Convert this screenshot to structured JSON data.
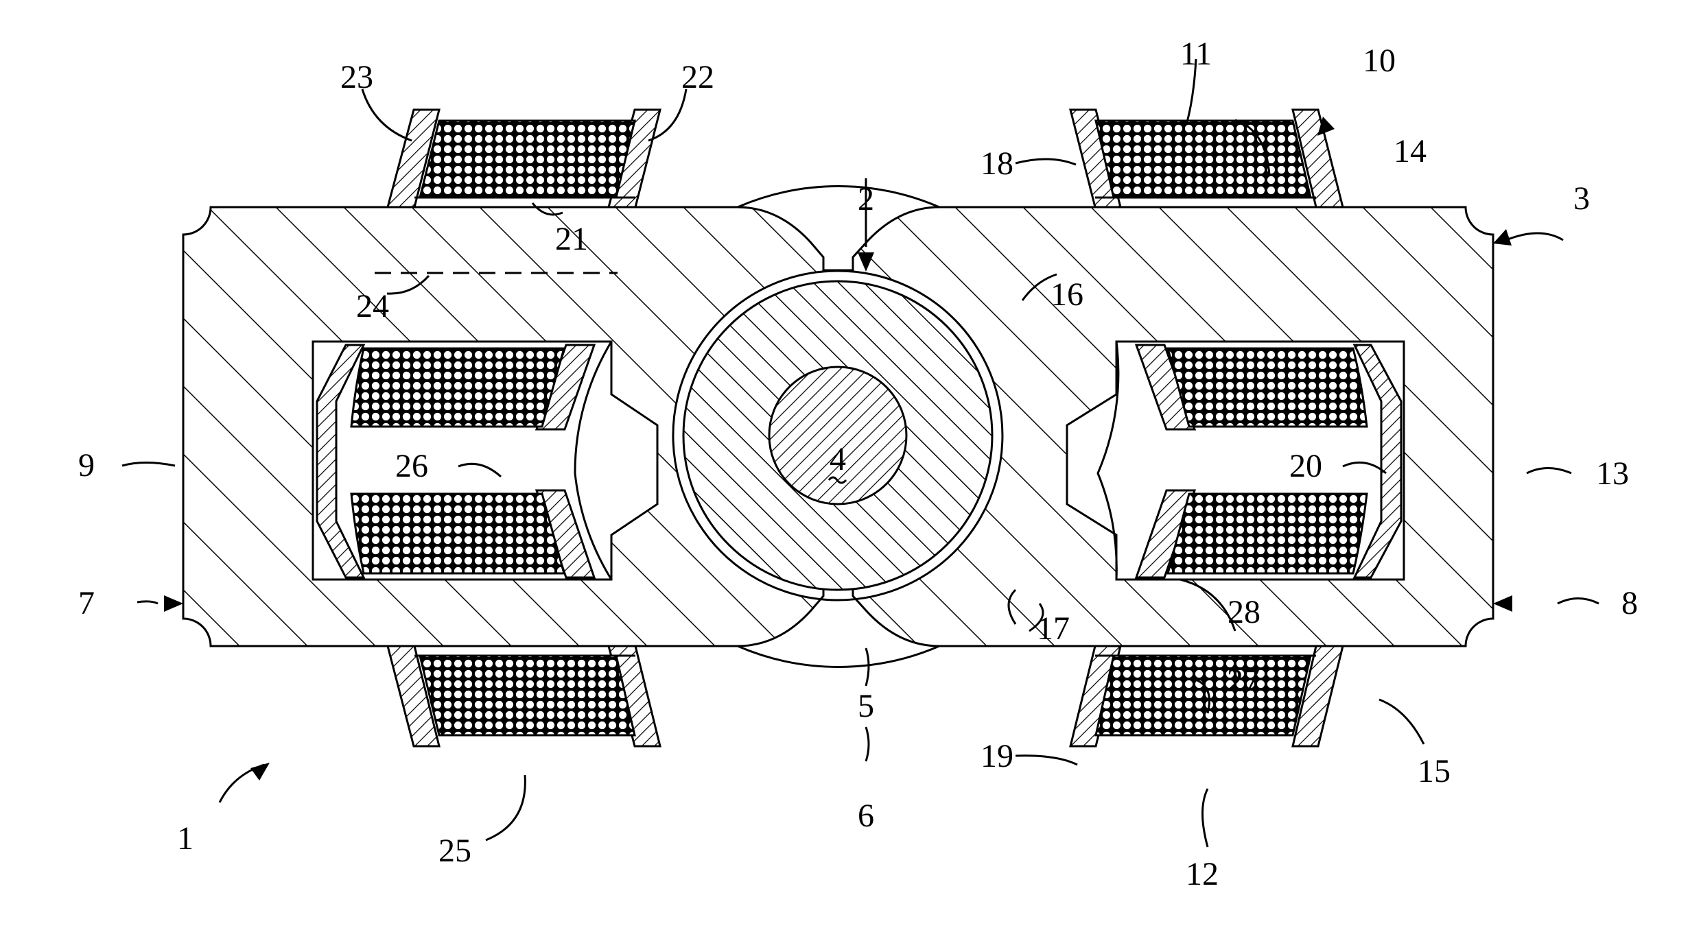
{
  "figure": {
    "reference_labels": [
      "1",
      "2",
      "3",
      "4",
      "5",
      "6",
      "7",
      "8",
      "9",
      "10",
      "11",
      "12",
      "13",
      "14",
      "15",
      "16",
      "17",
      "18",
      "19",
      "20",
      "21",
      "22",
      "23",
      "24",
      "25",
      "26",
      "27",
      "28"
    ],
    "colors": {
      "ink": "#000000",
      "paper": "#ffffff"
    }
  }
}
